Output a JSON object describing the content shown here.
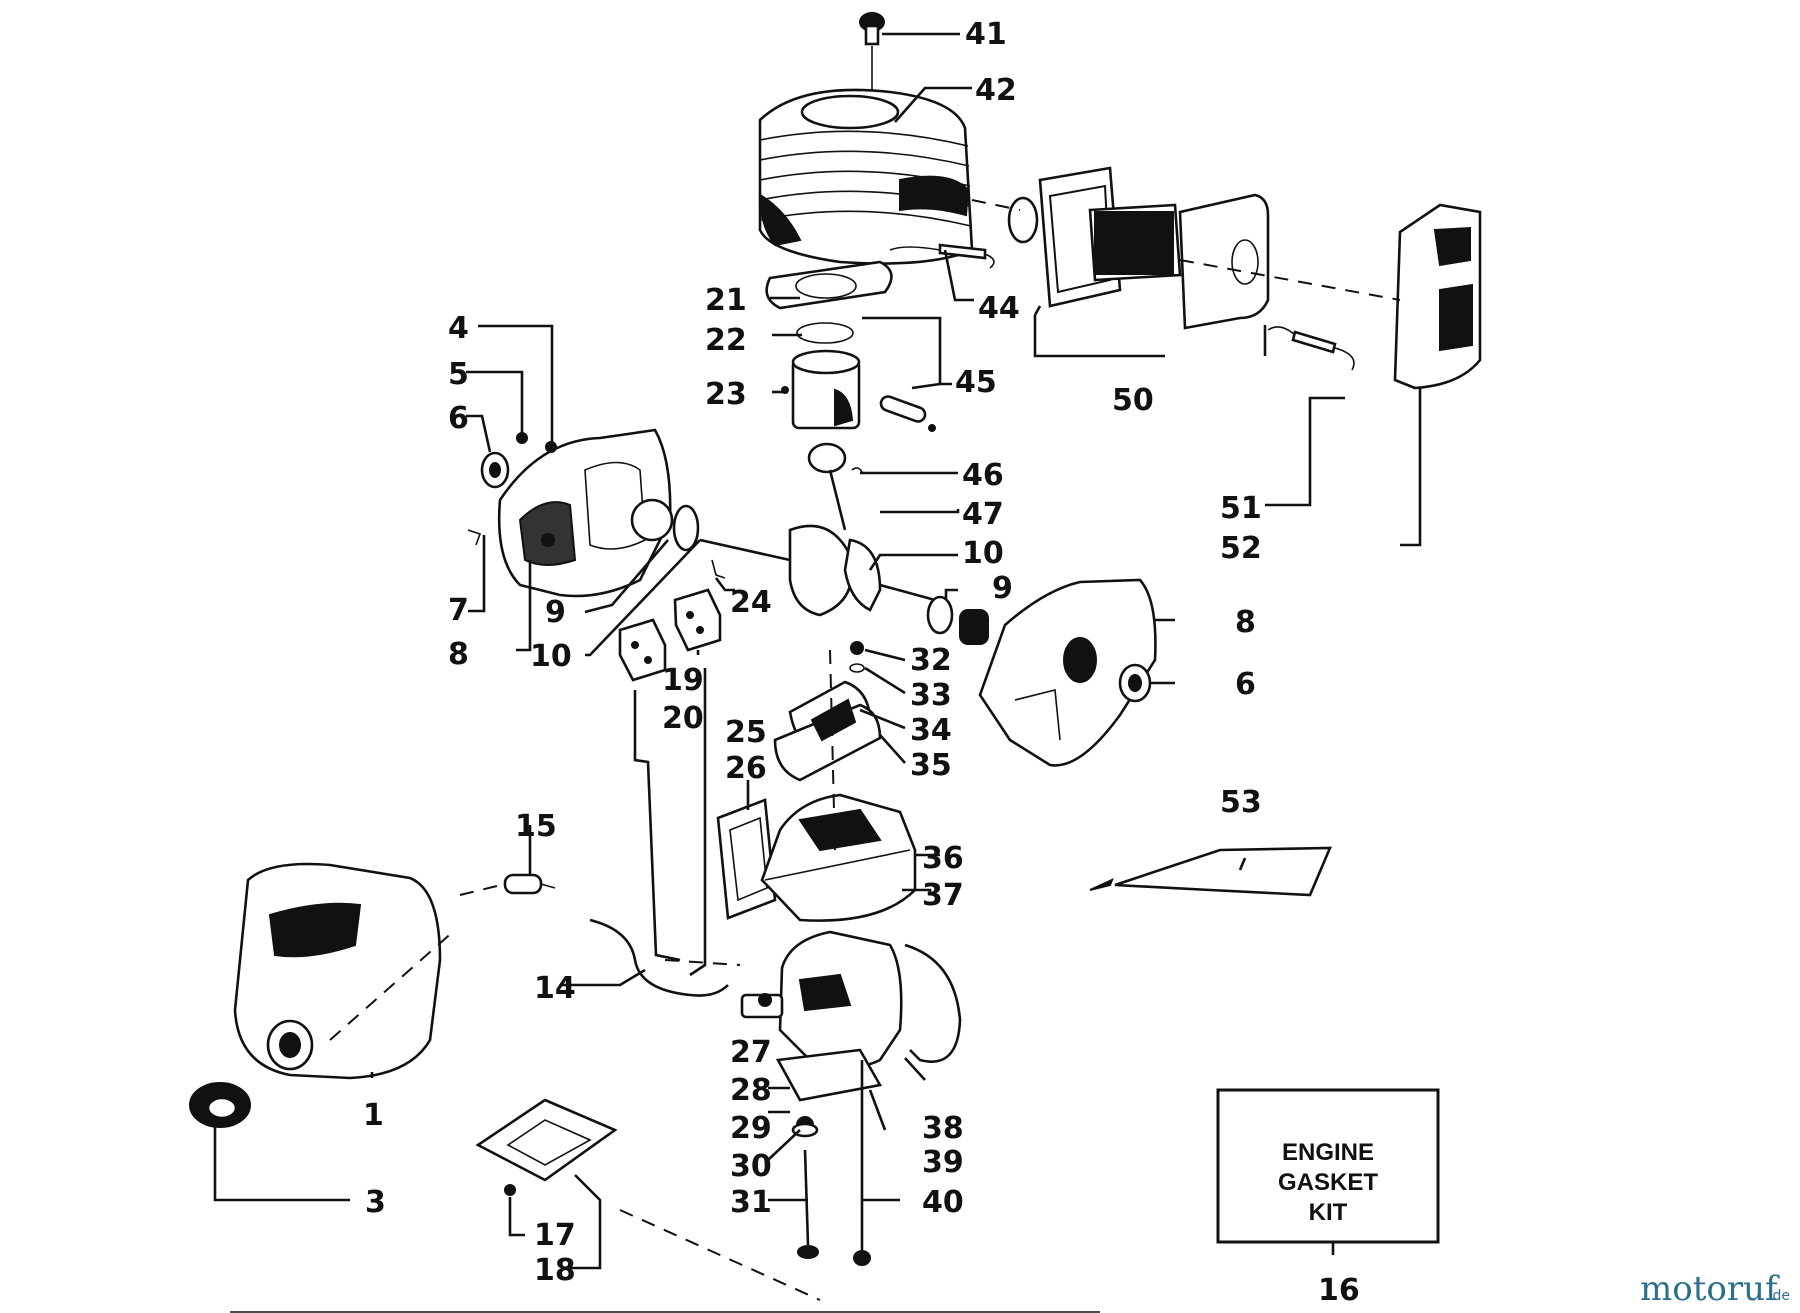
{
  "diagram": {
    "labels": [
      {
        "id": "41",
        "text": "41"
      },
      {
        "id": "42",
        "text": "42"
      },
      {
        "id": "44",
        "text": "44"
      },
      {
        "id": "21",
        "text": "21"
      },
      {
        "id": "22",
        "text": "22"
      },
      {
        "id": "23",
        "text": "23"
      },
      {
        "id": "45",
        "text": "45"
      },
      {
        "id": "50",
        "text": "50"
      },
      {
        "id": "4",
        "text": "4"
      },
      {
        "id": "5",
        "text": "5"
      },
      {
        "id": "6a",
        "text": "6"
      },
      {
        "id": "46",
        "text": "46"
      },
      {
        "id": "47",
        "text": "47"
      },
      {
        "id": "10a",
        "text": "10"
      },
      {
        "id": "9a",
        "text": "9"
      },
      {
        "id": "51",
        "text": "51"
      },
      {
        "id": "52",
        "text": "52"
      },
      {
        "id": "7",
        "text": "7"
      },
      {
        "id": "9b",
        "text": "9"
      },
      {
        "id": "8a",
        "text": "8"
      },
      {
        "id": "10b",
        "text": "10"
      },
      {
        "id": "24",
        "text": "24"
      },
      {
        "id": "19",
        "text": "19"
      },
      {
        "id": "20",
        "text": "20"
      },
      {
        "id": "8b",
        "text": "8"
      },
      {
        "id": "6b",
        "text": "6"
      },
      {
        "id": "32",
        "text": "32"
      },
      {
        "id": "33",
        "text": "33"
      },
      {
        "id": "34",
        "text": "34"
      },
      {
        "id": "35",
        "text": "35"
      },
      {
        "id": "25",
        "text": "25"
      },
      {
        "id": "26",
        "text": "26"
      },
      {
        "id": "53",
        "text": "53"
      },
      {
        "id": "15",
        "text": "15"
      },
      {
        "id": "36",
        "text": "36"
      },
      {
        "id": "37",
        "text": "37"
      },
      {
        "id": "14",
        "text": "14"
      },
      {
        "id": "27",
        "text": "27"
      },
      {
        "id": "28",
        "text": "28"
      },
      {
        "id": "38",
        "text": "38"
      },
      {
        "id": "29",
        "text": "29"
      },
      {
        "id": "39",
        "text": "39"
      },
      {
        "id": "30",
        "text": "30"
      },
      {
        "id": "31",
        "text": "31"
      },
      {
        "id": "40",
        "text": "40"
      },
      {
        "id": "1",
        "text": "1"
      },
      {
        "id": "3",
        "text": "3"
      },
      {
        "id": "17",
        "text": "17"
      },
      {
        "id": "18",
        "text": "18"
      },
      {
        "id": "16",
        "text": "16"
      }
    ],
    "kit_box": {
      "line1": "ENGINE",
      "line2": "GASKET",
      "line3": "KIT"
    },
    "watermark": {
      "brand": "motoruf",
      "suffix": ".de"
    }
  }
}
